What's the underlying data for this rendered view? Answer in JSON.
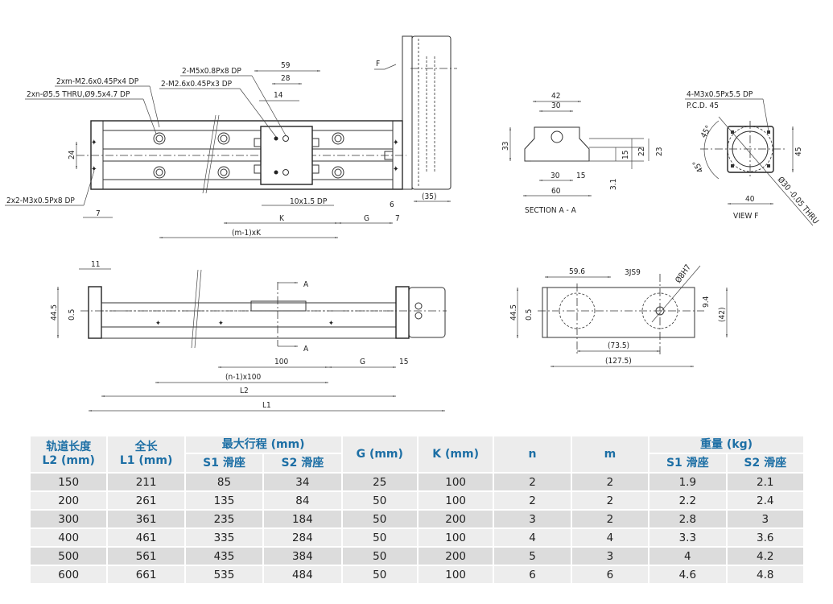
{
  "top_view": {
    "callouts": {
      "tapped_holes_m": "2xm-M2.6x0.45Px4 DP",
      "thru_holes_n": "2xn-Ø5.5 THRU,Ø9.5x4.7 DP",
      "carriage_m5": "2-M5x0.8Px8 DP",
      "carriage_m26": "2-M2.6x0.45Px3 DP",
      "end_m3": "2x2-M3x0.5Px8 DP",
      "groove": "10x1.5 DP"
    },
    "dims": {
      "d59": "59",
      "d28": "28",
      "d14": "14",
      "d24": "24",
      "d7_left": "7",
      "d6": "6",
      "d7_right": "7",
      "d35": "(35)",
      "K": "K",
      "G": "G",
      "mK": "(m-1)xK"
    },
    "view_arrow": "F"
  },
  "section_aa": {
    "title": "SECTION A - A",
    "dims": {
      "d42": "42",
      "d30_top": "30",
      "d33": "33",
      "d15_right": "15",
      "d22": "22",
      "d23": "23",
      "d30_bot": "30",
      "d15_bot": "15",
      "d3_1": "3.1",
      "d60": "60"
    }
  },
  "view_f": {
    "title": "VIEW F",
    "callout_line1": "4-M3x0.5Px5.5 DP",
    "callout_line2": "P.C.D. 45",
    "dims": {
      "a45_top": "45°",
      "a45_bot": "45°",
      "d45": "45",
      "d40": "40",
      "bore": "Ø30 -0.05 THRU"
    }
  },
  "side_view": {
    "dims": {
      "d11": "11",
      "d44_5": "44.5",
      "d0_5": "0.5",
      "d100": "100",
      "G": "G",
      "d15": "15",
      "n100": "(n-1)x100",
      "L2": "L2",
      "L1": "L1"
    },
    "section_mark": "A"
  },
  "end_view": {
    "dims": {
      "d59_6": "59.6",
      "key": "3JS9",
      "pin": "Ø8H7",
      "d44_5": "44.5",
      "d0_5": "0.5",
      "d9_4": "9.4",
      "d42": "(42)",
      "d73_5": "(73.5)",
      "d127_5": "(127.5)"
    }
  },
  "spec_table": {
    "headers": {
      "rail_length": "轨道长度",
      "rail_length_unit": "L2 (mm)",
      "total_length": "全长",
      "total_length_unit": "L1 (mm)",
      "max_stroke": "最大行程 (mm)",
      "s1": "S1 滑座",
      "s2": "S2 滑座",
      "g": "G (mm)",
      "k": "K (mm)",
      "n": "n",
      "m": "m",
      "weight": "重量 (kg)",
      "w_s1": "S1 滑座",
      "w_s2": "S2 滑座"
    },
    "rows": [
      [
        "150",
        "211",
        "85",
        "34",
        "25",
        "100",
        "2",
        "2",
        "1.9",
        "2.1"
      ],
      [
        "200",
        "261",
        "135",
        "84",
        "50",
        "100",
        "2",
        "2",
        "2.2",
        "2.4"
      ],
      [
        "300",
        "361",
        "235",
        "184",
        "50",
        "200",
        "3",
        "2",
        "2.8",
        "3"
      ],
      [
        "400",
        "461",
        "335",
        "284",
        "50",
        "100",
        "4",
        "4",
        "3.3",
        "3.6"
      ],
      [
        "500",
        "561",
        "435",
        "384",
        "50",
        "200",
        "5",
        "3",
        "4",
        "4.2"
      ],
      [
        "600",
        "661",
        "535",
        "484",
        "50",
        "100",
        "6",
        "6",
        "4.6",
        "4.8"
      ]
    ],
    "header_color": "#1d6fa5"
  }
}
